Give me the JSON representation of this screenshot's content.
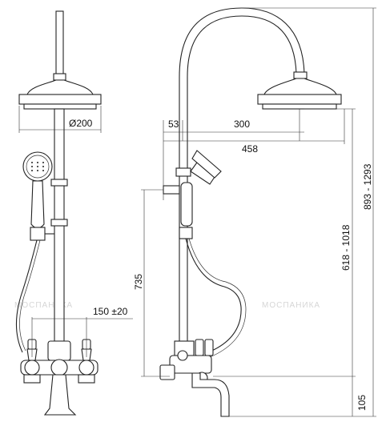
{
  "dimensions": {
    "head_diameter": "Ø200",
    "offset_small": "53",
    "offset_arm": "300",
    "total_projection": "458",
    "valve_spacing": "150 ±20",
    "valve_height": "735",
    "rail_range": "618 - 1018",
    "overall_height": "893 - 1293",
    "spout_height": "105"
  },
  "watermarks": {
    "left": "МОСПАНИКА",
    "right": "МОСПАНИКА"
  }
}
